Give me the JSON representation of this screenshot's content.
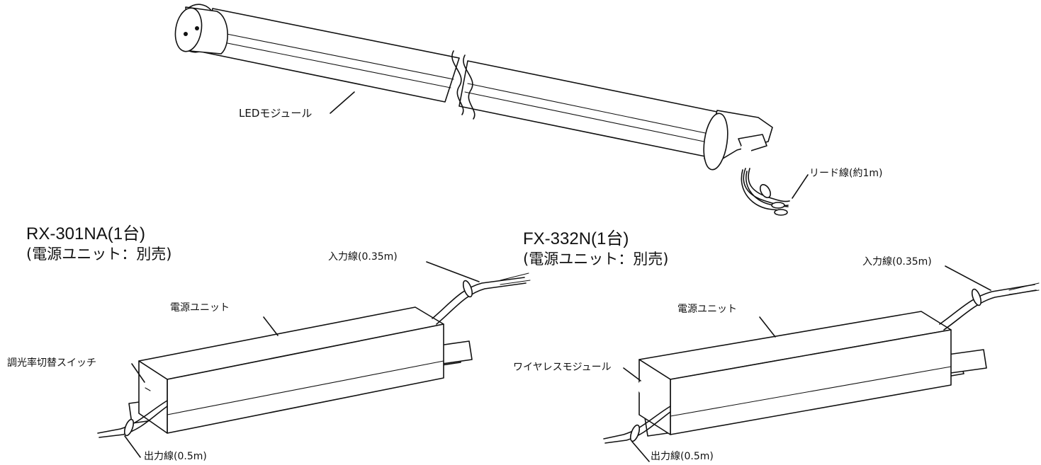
{
  "led_module": {
    "label": "LEDモジュール",
    "lead_wire_label": "リード線(約1m)"
  },
  "unit_left": {
    "model_title": "RX-301NA(1台)",
    "subtitle": "(電源ユニット：別売)",
    "power_unit_label": "電源ユニット",
    "input_wire_label": "入力線(0.35m)",
    "output_wire_label": "出力線(0.5m)",
    "switch_label": "調光率切替スイッチ"
  },
  "unit_right": {
    "model_title": "FX-332N(1台)",
    "subtitle": "(電源ユニット：別売)",
    "power_unit_label": "電源ユニット",
    "input_wire_label": "入力線(0.35m)",
    "output_wire_label": "出力線(0.5m)",
    "wireless_label": "ワイヤレスモジュール"
  }
}
